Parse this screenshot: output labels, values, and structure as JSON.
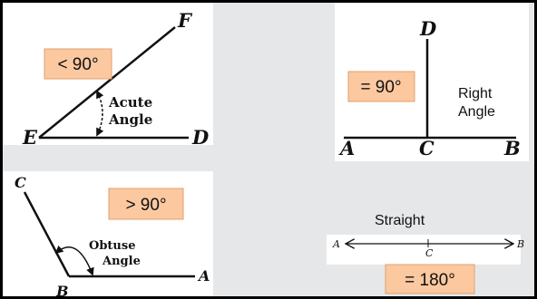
{
  "colors": {
    "background": "#e6e7e8",
    "panel": "#ffffff",
    "badge_fill": "#fbc8a0",
    "badge_border": "#e0a070",
    "ink": "#111111"
  },
  "panels": {
    "acute": {
      "points": {
        "e": "E",
        "d": "D",
        "f": "F"
      },
      "caption_line1": "Acute",
      "caption_line2": "Angle",
      "badge": "< 90°"
    },
    "right": {
      "points": {
        "a": "A",
        "c": "C",
        "b": "B",
        "d": "D"
      },
      "caption_line1": "Right",
      "caption_line2": "Angle",
      "badge": "= 90°"
    },
    "obtuse": {
      "points": {
        "c": "C",
        "b": "B",
        "a": "A"
      },
      "caption_line1": "Obtuse",
      "caption_line2": "Angle",
      "badge": "> 90°"
    },
    "straight": {
      "points": {
        "a": "A",
        "c": "C",
        "b": "B"
      },
      "caption": "Straight",
      "badge": "= 180°"
    }
  }
}
